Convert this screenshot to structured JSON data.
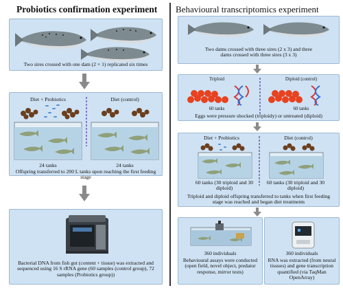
{
  "left": {
    "title": "Probiotics confirmation experiment",
    "box1_caption": "Two sires crossed with one dam (2 × 1) replicated six times",
    "box2": {
      "diet_probiotics": "Diet + Probiotics",
      "diet_control": "Diet (control)",
      "tanks_left": "24 tanks",
      "tanks_right": "24 tanks",
      "caption": "Offspring transferred to 200 L tanks upon reaching the first feeding stage"
    },
    "box3_caption": "Bacterial DNA from fish gut (content + tissue)  was extracted and sequenced using 16 S rRNA gene (60 samples (control group), 72 samples (Probiotics group))"
  },
  "right": {
    "title": "Behavioural transcriptomics experiment",
    "box1_caption": "Two dams crossed with three sires (2 x 3) and three dams crossed with three sires (3 x 3)",
    "box2": {
      "triploid": "Triploid",
      "diploid": "Diploid (control)",
      "tanks_left": "60 tanks",
      "tanks_right": "60 tanks",
      "caption": "Eggs were pressure shocked (triploidy) or untreated (diploid)"
    },
    "box3": {
      "diet_probiotics": "Diet + Probiotics",
      "diet_control": "Diet (control)",
      "tanks_left": "60 tanks (30 triploid and 30 diploid)",
      "tanks_right": "60 tanks (30 triploid and 30 diploid)",
      "caption": "Triploid and diploid offspring transferred to tanks when first feeding stage was reached and began diet treatments"
    },
    "box4a": {
      "count": "360 individuals",
      "caption": "Behavioural assays were conducted (open field, novel object, predator response, mirror tests)"
    },
    "box4b": {
      "count": "360 individuals",
      "caption": "RNA was extracted (from neural tissues) and gene transcription quantified (via TaqMan OpenArray)"
    }
  }
}
